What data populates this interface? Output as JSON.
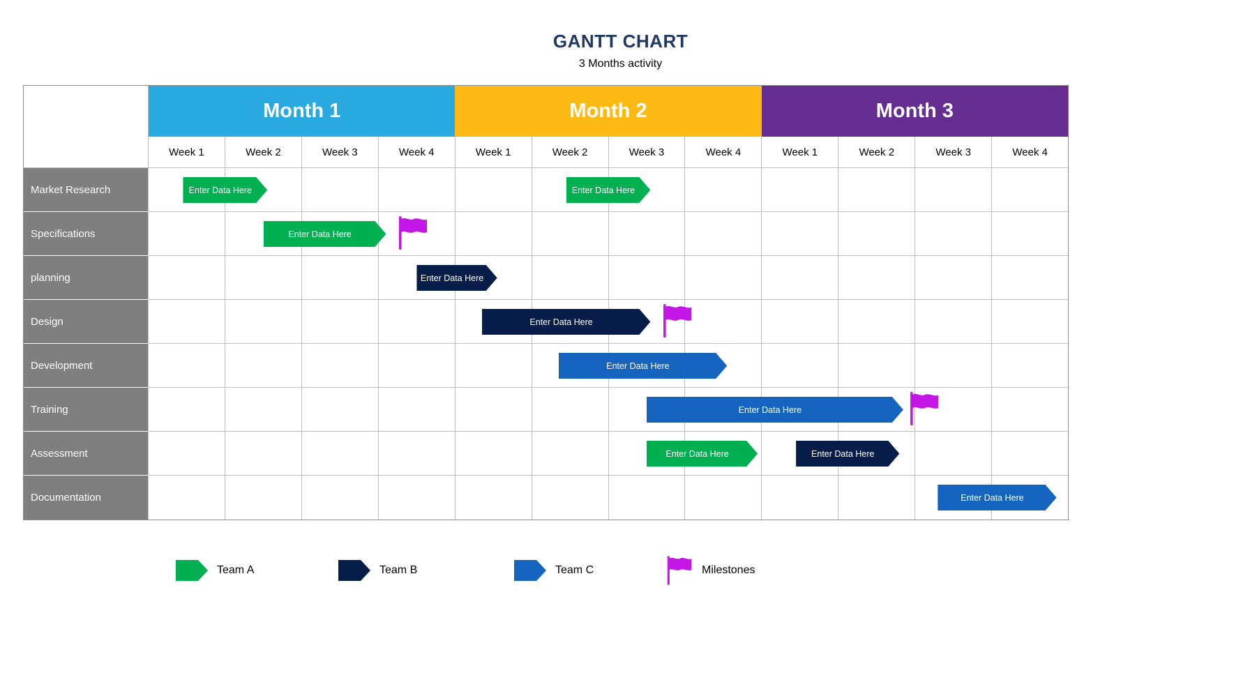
{
  "header": {
    "title": "GANTT CHART",
    "subtitle": "3 Months activity"
  },
  "chart_data": {
    "type": "gantt",
    "title": "GANTT CHART",
    "subtitle": "3 Months activity",
    "months": [
      {
        "label": "Month 1",
        "color": "#29ABE2"
      },
      {
        "label": "Month 2",
        "color": "#FDB914"
      },
      {
        "label": "Month 3",
        "color": "#662D91"
      }
    ],
    "weeks": [
      "Week 1",
      "Week 2",
      "Week 3",
      "Week 4",
      "Week 1",
      "Week 2",
      "Week 3",
      "Week 4",
      "Week 1",
      "Week 2",
      "Week 3",
      "Week 4"
    ],
    "total_weeks": 12,
    "teams": {
      "A": {
        "name": "Team A",
        "color": "#00B050"
      },
      "B": {
        "name": "Team B",
        "color": "#071D49"
      },
      "C": {
        "name": "Team C",
        "color": "#1565C0"
      }
    },
    "milestone_color": "#C516E8",
    "label_column_color": "#7f7f7f",
    "tasks": [
      {
        "name": "Market Research",
        "bars": [
          {
            "team": "A",
            "label": "Enter Data Here",
            "start": 0.45,
            "end": 1.55
          },
          {
            "team": "A",
            "label": "Enter Data Here",
            "start": 5.45,
            "end": 6.55
          }
        ],
        "milestones": []
      },
      {
        "name": "Specifications",
        "bars": [
          {
            "team": "A",
            "label": "Enter Data Here",
            "start": 1.5,
            "end": 3.1
          }
        ],
        "milestones": [
          3.25
        ]
      },
      {
        "name": "planning",
        "bars": [
          {
            "team": "B",
            "label": "Enter Data Here",
            "start": 3.5,
            "end": 4.55
          }
        ],
        "milestones": []
      },
      {
        "name": "Design",
        "bars": [
          {
            "team": "B",
            "label": "Enter Data Here",
            "start": 4.35,
            "end": 6.55
          }
        ],
        "milestones": [
          6.7
        ]
      },
      {
        "name": "Development",
        "bars": [
          {
            "team": "C",
            "label": "Enter Data Here",
            "start": 5.35,
            "end": 7.55
          }
        ],
        "milestones": []
      },
      {
        "name": "Training",
        "bars": [
          {
            "team": "C",
            "label": "Enter Data Here",
            "start": 6.5,
            "end": 9.85
          }
        ],
        "milestones": [
          9.92
        ]
      },
      {
        "name": "Assessment",
        "bars": [
          {
            "team": "A",
            "label": "Enter Data Here",
            "start": 6.5,
            "end": 7.95
          },
          {
            "team": "B",
            "label": "Enter Data Here",
            "start": 8.45,
            "end": 9.8
          }
        ],
        "milestones": []
      },
      {
        "name": "Documentation",
        "bars": [
          {
            "team": "C",
            "label": "Enter Data Here",
            "start": 10.3,
            "end": 11.85
          }
        ],
        "milestones": []
      }
    ],
    "legend": [
      {
        "type": "bar",
        "team": "A",
        "label": "Team A"
      },
      {
        "type": "bar",
        "team": "B",
        "label": "Team B"
      },
      {
        "type": "bar",
        "team": "C",
        "label": "Team C"
      },
      {
        "type": "flag",
        "label": "Milestones"
      }
    ]
  }
}
